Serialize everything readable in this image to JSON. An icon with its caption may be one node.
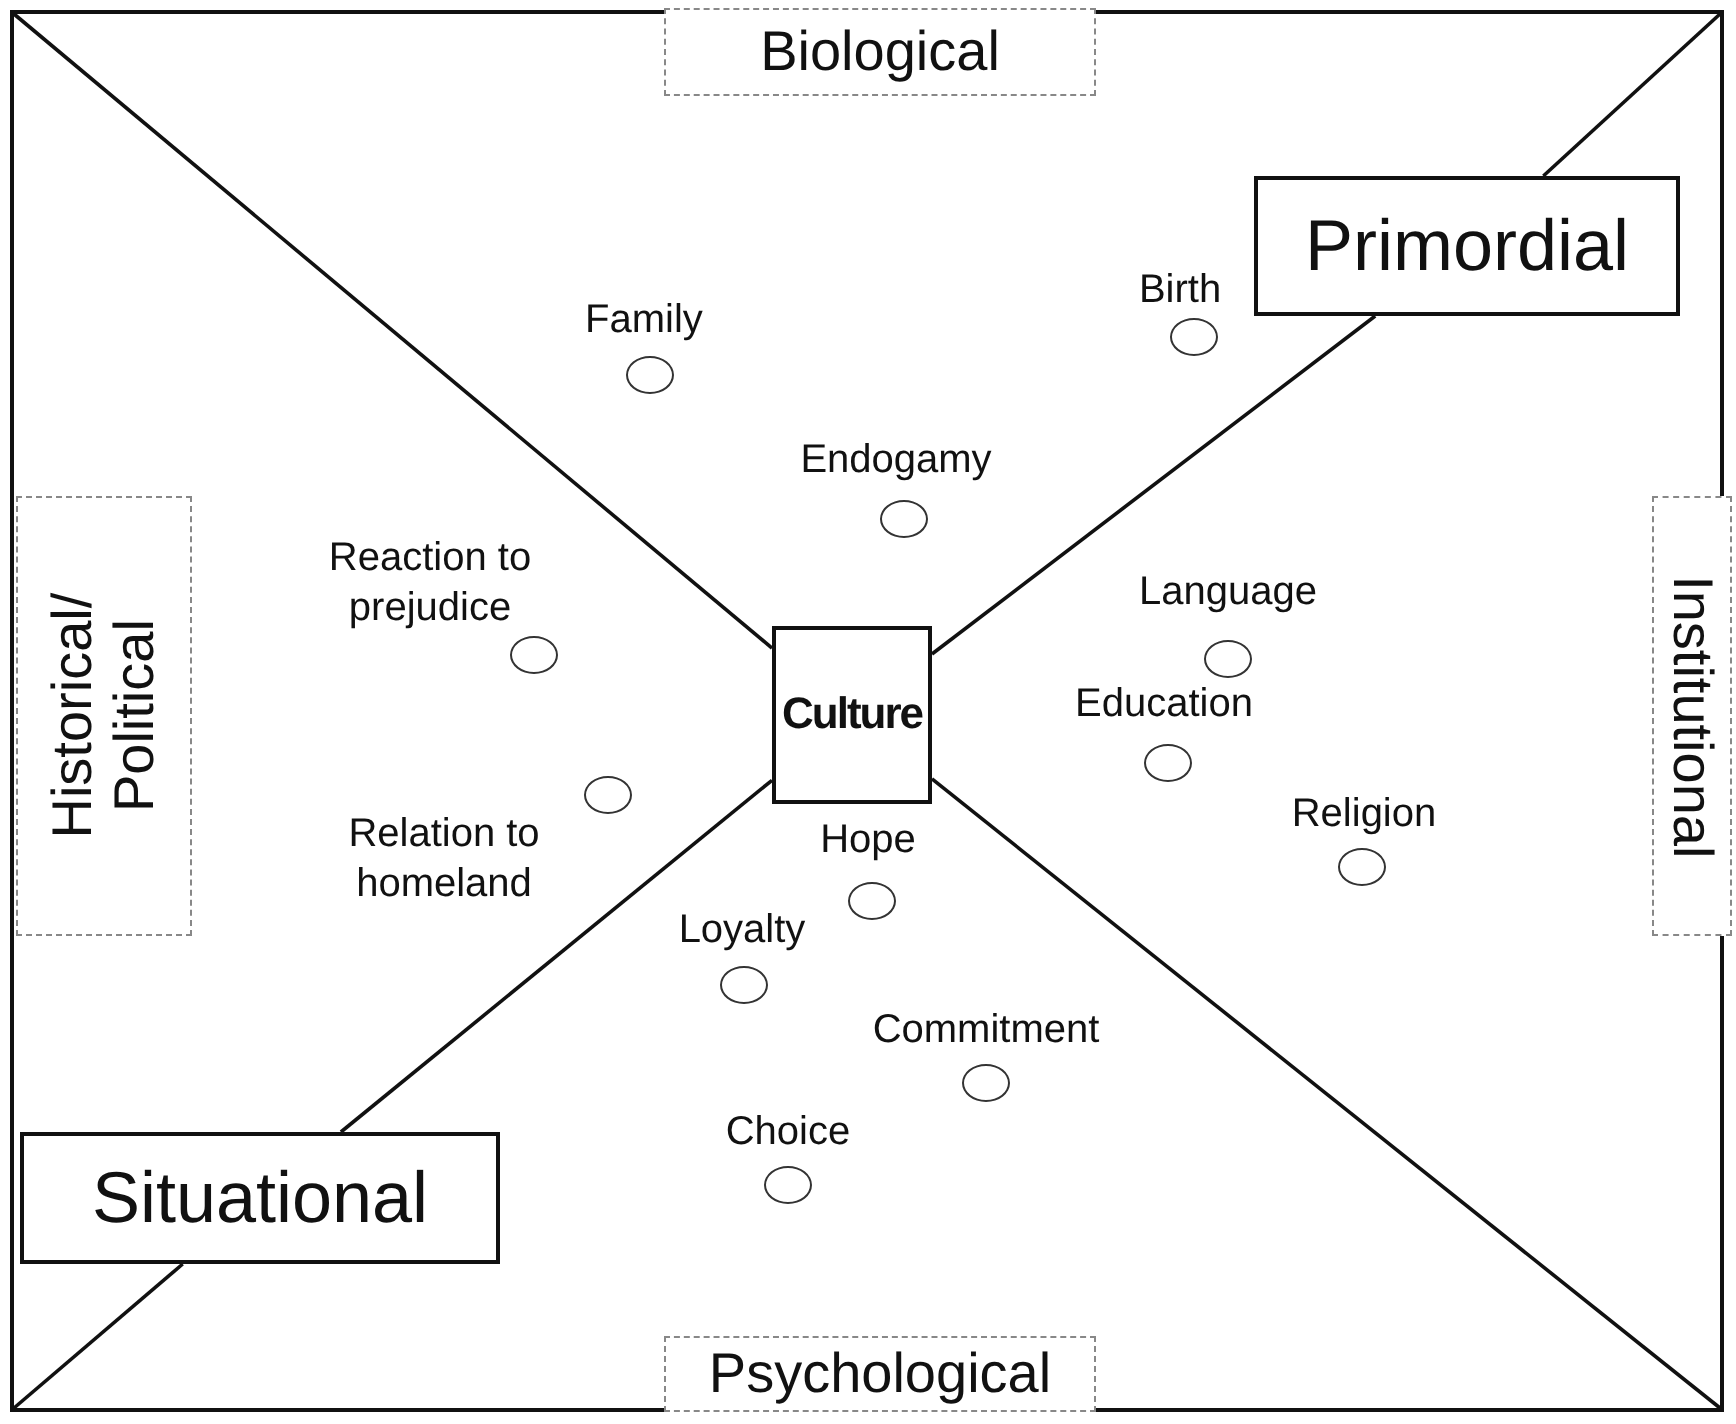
{
  "diagram": {
    "nodes": [
      {
        "text": [],
        "shape": "box"
      },
      {
        "text": [
          "Culture"
        ],
        "in": 0
      },
      {
        "text": [
          "Primordial"
        ],
        "in": 0
      },
      {
        "text": [
          "Situational"
        ],
        "in": 0
      },
      {
        "text": [
          "Biological"
        ],
        "in": 0
      },
      {
        "text": [
          "Historical/ Political"
        ],
        "in": 0
      },
      {
        "text": [
          "Institutional"
        ],
        "in": 0
      },
      {
        "text": [
          "Psychological"
        ],
        "in": 0
      },
      {
        "text": [],
        "shape": "circle",
        "in": 0,
        "beside": [
          "Family"
        ]
      },
      {
        "text": [],
        "shape": "circle",
        "in": 0,
        "beside": [
          "Birth"
        ]
      },
      {
        "text": [],
        "shape": "circle",
        "in": 0,
        "beside": [
          "Endogamy"
        ]
      },
      {
        "text": [],
        "shape": "circle",
        "in": 0,
        "beside": [
          "Reaction to prejudice"
        ]
      },
      {
        "text": [],
        "shape": "circle",
        "in": 0,
        "beside": [
          "Language"
        ]
      },
      {
        "text": [],
        "shape": "circle",
        "in": 0,
        "beside": [
          "Relation to homeland"
        ]
      },
      {
        "text": [],
        "shape": "circle",
        "in": 0,
        "beside": [
          "Education"
        ]
      },
      {
        "text": [],
        "shape": "circle",
        "in": 0,
        "beside": [
          "Religion"
        ]
      },
      {
        "text": [],
        "shape": "circle",
        "in": 0,
        "beside": [
          "Hope"
        ]
      },
      {
        "text": [],
        "shape": "circle",
        "in": 0,
        "beside": [
          "Loyalty"
        ]
      },
      {
        "text": [],
        "shape": "circle",
        "in": 0,
        "beside": [
          "Commitment"
        ]
      },
      {
        "text": [],
        "shape": "circle",
        "in": 0,
        "beside": [
          "Choice"
        ]
      }
    ],
    "edges": [
      {
        "from": null,
        "to": 1,
        "arrow": "none"
      },
      {
        "from": null,
        "to": 2,
        "arrow": "none"
      },
      {
        "from": 2,
        "to": 1,
        "arrow": "none"
      },
      {
        "from": null,
        "to": 3,
        "arrow": "none"
      },
      {
        "from": 3,
        "to": 1,
        "arrow": "none"
      },
      {
        "from": null,
        "to": 1,
        "arrow": "none"
      }
    ]
  }
}
